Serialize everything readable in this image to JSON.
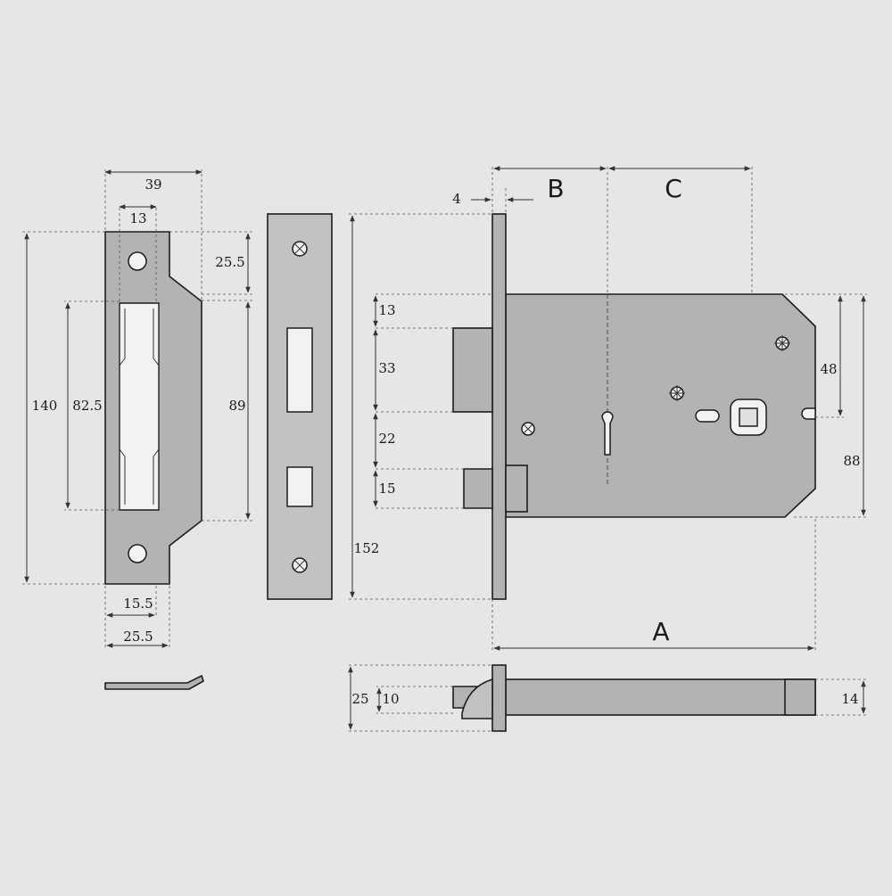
{
  "diagram": {
    "strike_plate": {
      "width_overall": "39",
      "slot_width": "13",
      "top_offset": "25.5",
      "height_overall": "140",
      "slot_height": "82.5",
      "lip_height": "89",
      "lower_width": "15.5",
      "base_width": "25.5"
    },
    "lock_body": {
      "forend_thickness": "4",
      "backset_label": "B",
      "centre_label": "C",
      "case_depth_label": "A",
      "forend_height": "152",
      "top_gap": "13",
      "deadbolt_height": "33",
      "bolt_gap": "22",
      "latch_height": "15",
      "follower_offset": "48",
      "case_height": "88"
    },
    "side_view": {
      "overall_height": "25",
      "bolt_height": "10",
      "case_thickness": "14"
    }
  }
}
